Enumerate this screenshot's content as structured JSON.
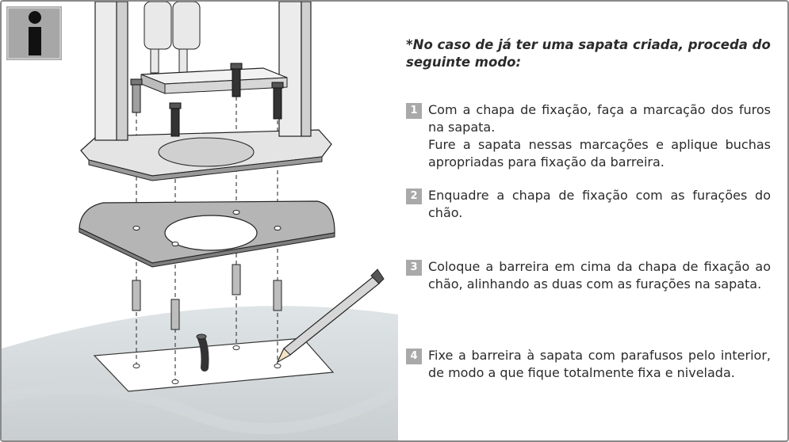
{
  "icons": {
    "info": "info-icon",
    "pencil": "pencil-icon",
    "screw": "screw-icon",
    "wall-plug": "wall-plug-icon"
  },
  "colors": {
    "badge": "#a7a7a7",
    "step_badge": "#a9a9a9",
    "text": "#2b2b2b",
    "frame": "#8a8a8a"
  },
  "intro": "*No caso de já ter uma sapata criada, proceda do seguinte modo:",
  "steps": [
    {
      "number": "1",
      "lines": [
        "Com a chapa de fixação, faça a marcação dos furos na sapata.",
        "Fure a sapata nessas marcações e aplique buchas apropriadas para fixação da barreira."
      ]
    },
    {
      "number": "2",
      "lines": [
        "Enquadre a chapa de fixação com as furações do chão."
      ]
    },
    {
      "number": "3",
      "lines": [
        "Coloque a barreira em cima da chapa de fixação ao chão, alinhando as duas com as furações na sapata."
      ]
    },
    {
      "number": "4",
      "lines": [
        "Fixe a barreira à sapata com parafusos pelo interior, de modo a que fique totalmente fixa e nivelada."
      ]
    }
  ]
}
